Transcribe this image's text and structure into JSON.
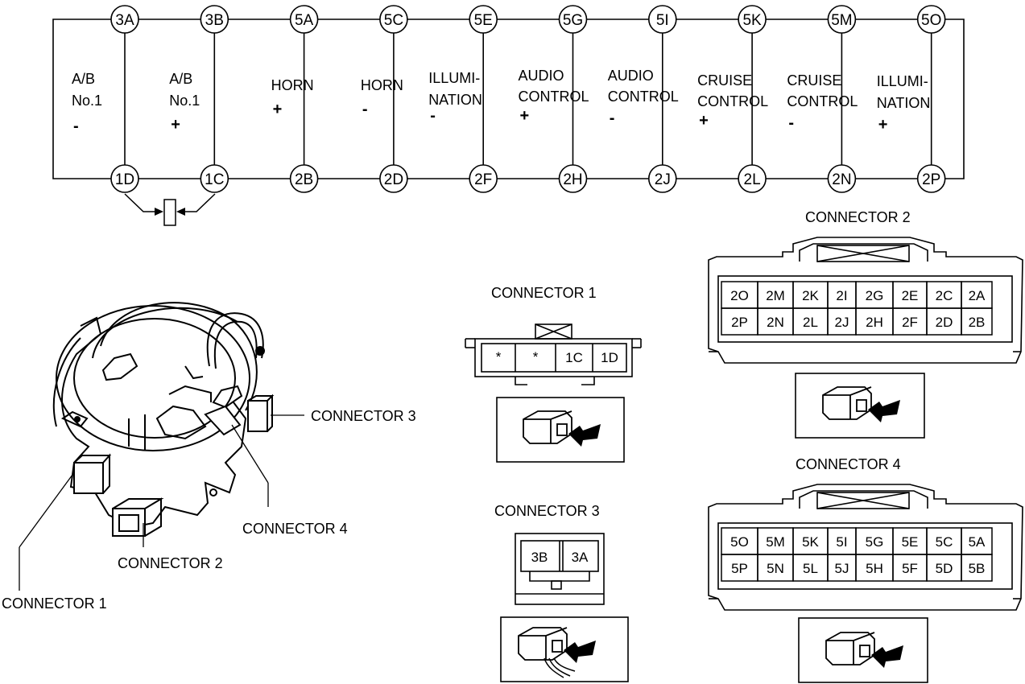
{
  "circuits": [
    {
      "top": "3A",
      "bottom": "1D",
      "name_lines": [
        "A/B",
        "No.1"
      ],
      "sign": "-"
    },
    {
      "top": "3B",
      "bottom": "1C",
      "name_lines": [
        "A/B",
        "No.1"
      ],
      "sign": "+"
    },
    {
      "top": "5A",
      "bottom": "2B",
      "name_lines": [
        "HORN"
      ],
      "sign": "+"
    },
    {
      "top": "5C",
      "bottom": "2D",
      "name_lines": [
        "HORN"
      ],
      "sign": "-"
    },
    {
      "top": "5E",
      "bottom": "2F",
      "name_lines": [
        "ILLUMI-",
        "NATION"
      ],
      "sign": "-"
    },
    {
      "top": "5G",
      "bottom": "2H",
      "name_lines": [
        "AUDIO",
        "CONTROL"
      ],
      "sign": "+"
    },
    {
      "top": "5I",
      "bottom": "2J",
      "name_lines": [
        "AUDIO",
        "CONTROL"
      ],
      "sign": "-"
    },
    {
      "top": "5K",
      "bottom": "2L",
      "name_lines": [
        "CRUISE",
        "CONTROL"
      ],
      "sign": "+"
    },
    {
      "top": "5M",
      "bottom": "2N",
      "name_lines": [
        "CRUISE",
        "CONTROL"
      ],
      "sign": "-"
    },
    {
      "top": "5O",
      "bottom": "2P",
      "name_lines": [
        "ILLUMI-",
        "NATION"
      ],
      "sign": "+"
    }
  ],
  "clockspring_labels": {
    "connector1": "CONNECTOR 1",
    "connector2": "CONNECTOR 2",
    "connector3": "CONNECTOR 3",
    "connector4": "CONNECTOR 4"
  },
  "connector1": {
    "title": "CONNECTOR 1",
    "pins": [
      "*",
      "*",
      "1C",
      "1D"
    ]
  },
  "connector2": {
    "title": "CONNECTOR 2",
    "rows": [
      [
        "2O",
        "2M",
        "2K",
        "2I",
        "2G",
        "2E",
        "2C",
        "2A"
      ],
      [
        "2P",
        "2N",
        "2L",
        "2J",
        "2H",
        "2F",
        "2D",
        "2B"
      ]
    ]
  },
  "connector3": {
    "title": "CONNECTOR 3",
    "pins": [
      "3B",
      "3A"
    ]
  },
  "connector4": {
    "title": "CONNECTOR 4",
    "rows": [
      [
        "5O",
        "5M",
        "5K",
        "5I",
        "5G",
        "5E",
        "5C",
        "5A"
      ],
      [
        "5P",
        "5N",
        "5L",
        "5J",
        "5H",
        "5F",
        "5D",
        "5B"
      ]
    ]
  }
}
